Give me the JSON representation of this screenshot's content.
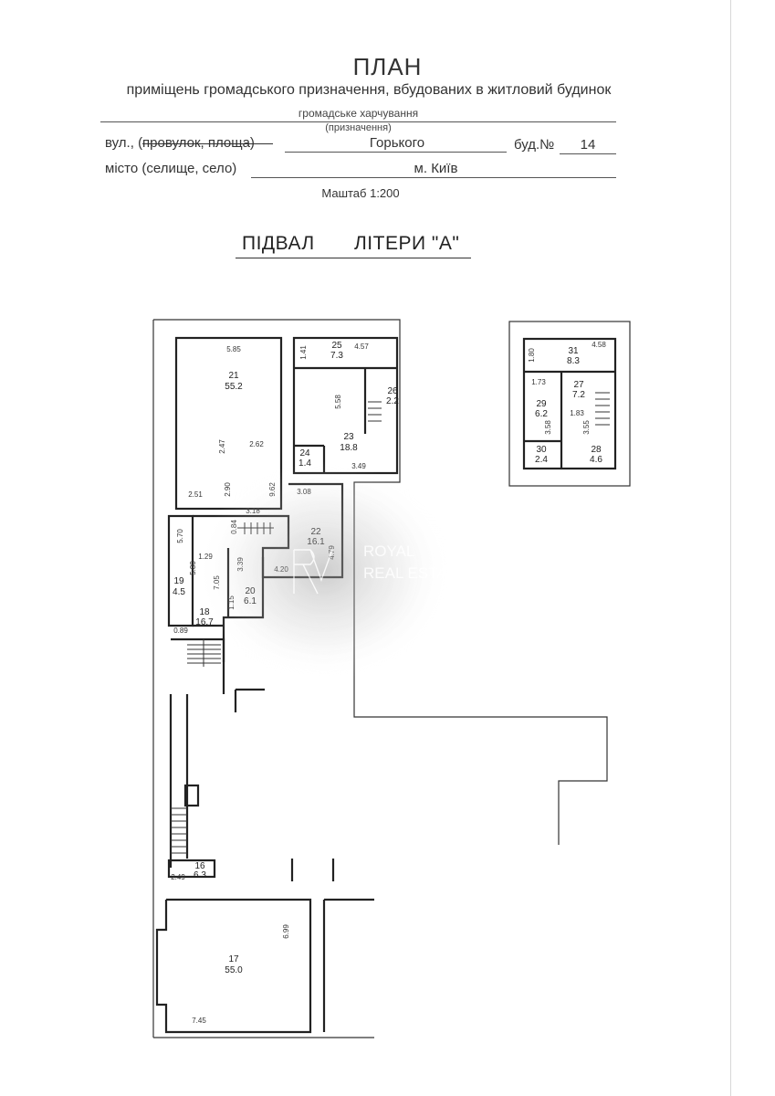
{
  "header": {
    "title": "ПЛАН",
    "subtitle": "приміщень громадського призначення, вбудованих в житловий будинок",
    "purpose": "громадське харчування",
    "purpose_caption": "(призначення)",
    "street_label": "вул., (провулок, площа)",
    "street_value": "Горького",
    "building_label": "буд.№",
    "building_value": "14",
    "city_label": "місто (селище, село)",
    "city_value": "м. Київ",
    "scale": "Маштаб 1:200"
  },
  "section": {
    "floor": "ПІДВАЛ",
    "letter": "ЛІТЕРИ \"А\""
  },
  "watermark": {
    "line1": "ROYAL",
    "line2": "REAL ESTATE"
  },
  "rooms": [
    {
      "number": "21",
      "area": "55.2"
    },
    {
      "number": "25",
      "area": "7.3"
    },
    {
      "number": "26",
      "area": "2.2"
    },
    {
      "number": "23",
      "area": "18.8"
    },
    {
      "number": "24",
      "area": "1.4"
    },
    {
      "number": "22",
      "area": "16.1"
    },
    {
      "number": "19",
      "area": "4.5"
    },
    {
      "number": "18",
      "area": "16.7"
    },
    {
      "number": "20",
      "area": "6.1"
    },
    {
      "number": "31",
      "area": "8.3"
    },
    {
      "number": "27",
      "area": "7.2"
    },
    {
      "number": "29",
      "area": "6.2"
    },
    {
      "number": "30",
      "area": "2.4"
    },
    {
      "number": "28",
      "area": "4.6"
    },
    {
      "number": "16",
      "area": "6.3"
    },
    {
      "number": "17",
      "area": "55.0"
    }
  ],
  "dimensions": [
    "5.85",
    "2.62",
    "2.47",
    "2.90",
    "2.51",
    "9.62",
    "3.18",
    "0.84",
    "1.41",
    "4.57",
    "5.58",
    "3.49",
    "3.08",
    "4.79",
    "4.20",
    "3.39",
    "7.05",
    "1.15",
    "5.70",
    "5.80",
    "1.29",
    "0.89",
    "1.80",
    "4.58",
    "1.73",
    "1.83",
    "3.58",
    "3.55",
    "2.49",
    "6.99",
    "7.45"
  ]
}
